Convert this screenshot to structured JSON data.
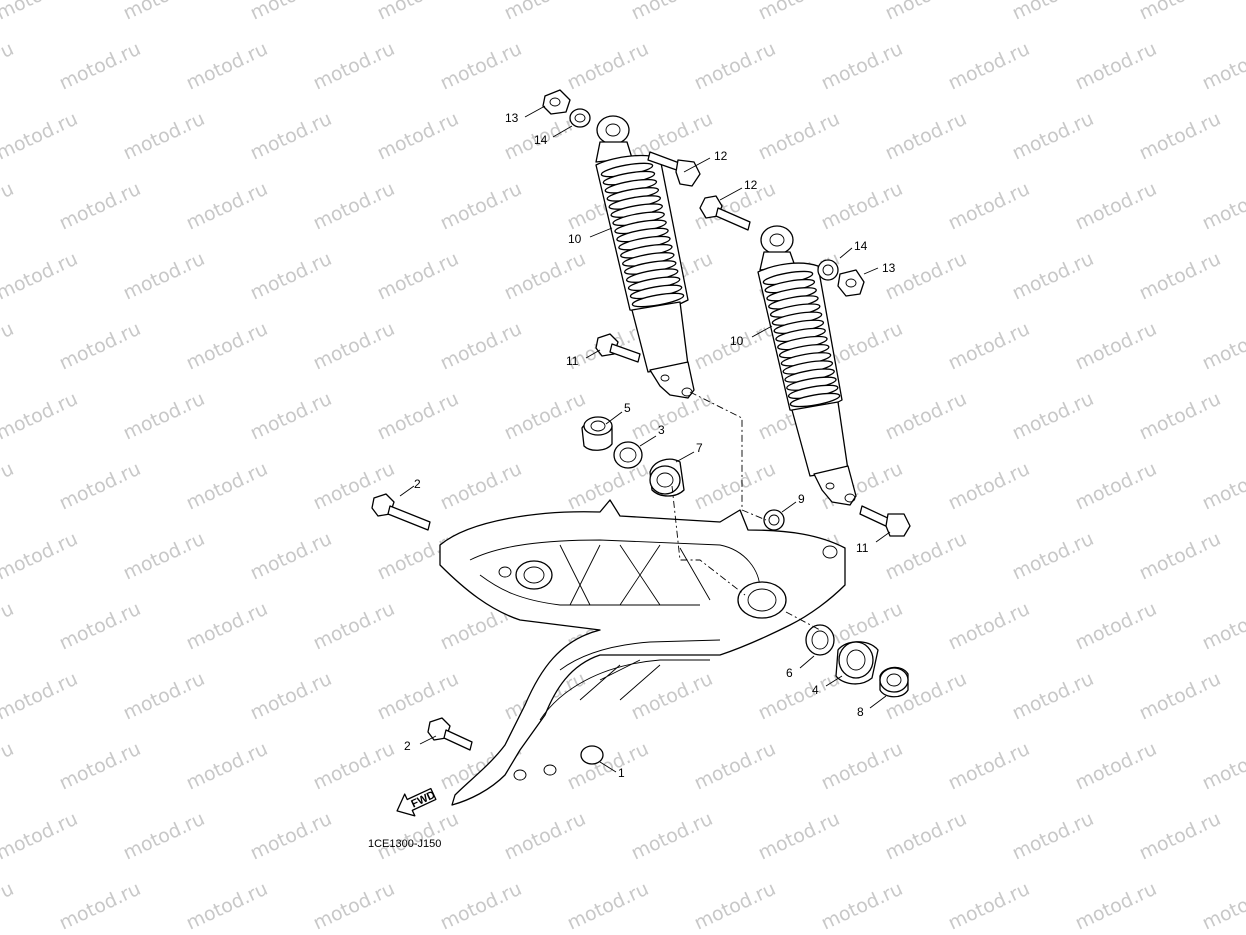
{
  "watermark": {
    "text": "motod.ru"
  },
  "diagram_code": "1CE1300-J150",
  "fwd_label": "FWD",
  "callouts": {
    "c1": "1",
    "c2a": "2",
    "c2b": "2",
    "c3": "3",
    "c4": "4",
    "c5": "5",
    "c6": "6",
    "c7": "7",
    "c8": "8",
    "c9": "9",
    "c10a": "10",
    "c10b": "10",
    "c11a": "11",
    "c11b": "11",
    "c12a": "12",
    "c12b": "12",
    "c13a": "13",
    "c13b": "13",
    "c14a": "14",
    "c14b": "14"
  }
}
